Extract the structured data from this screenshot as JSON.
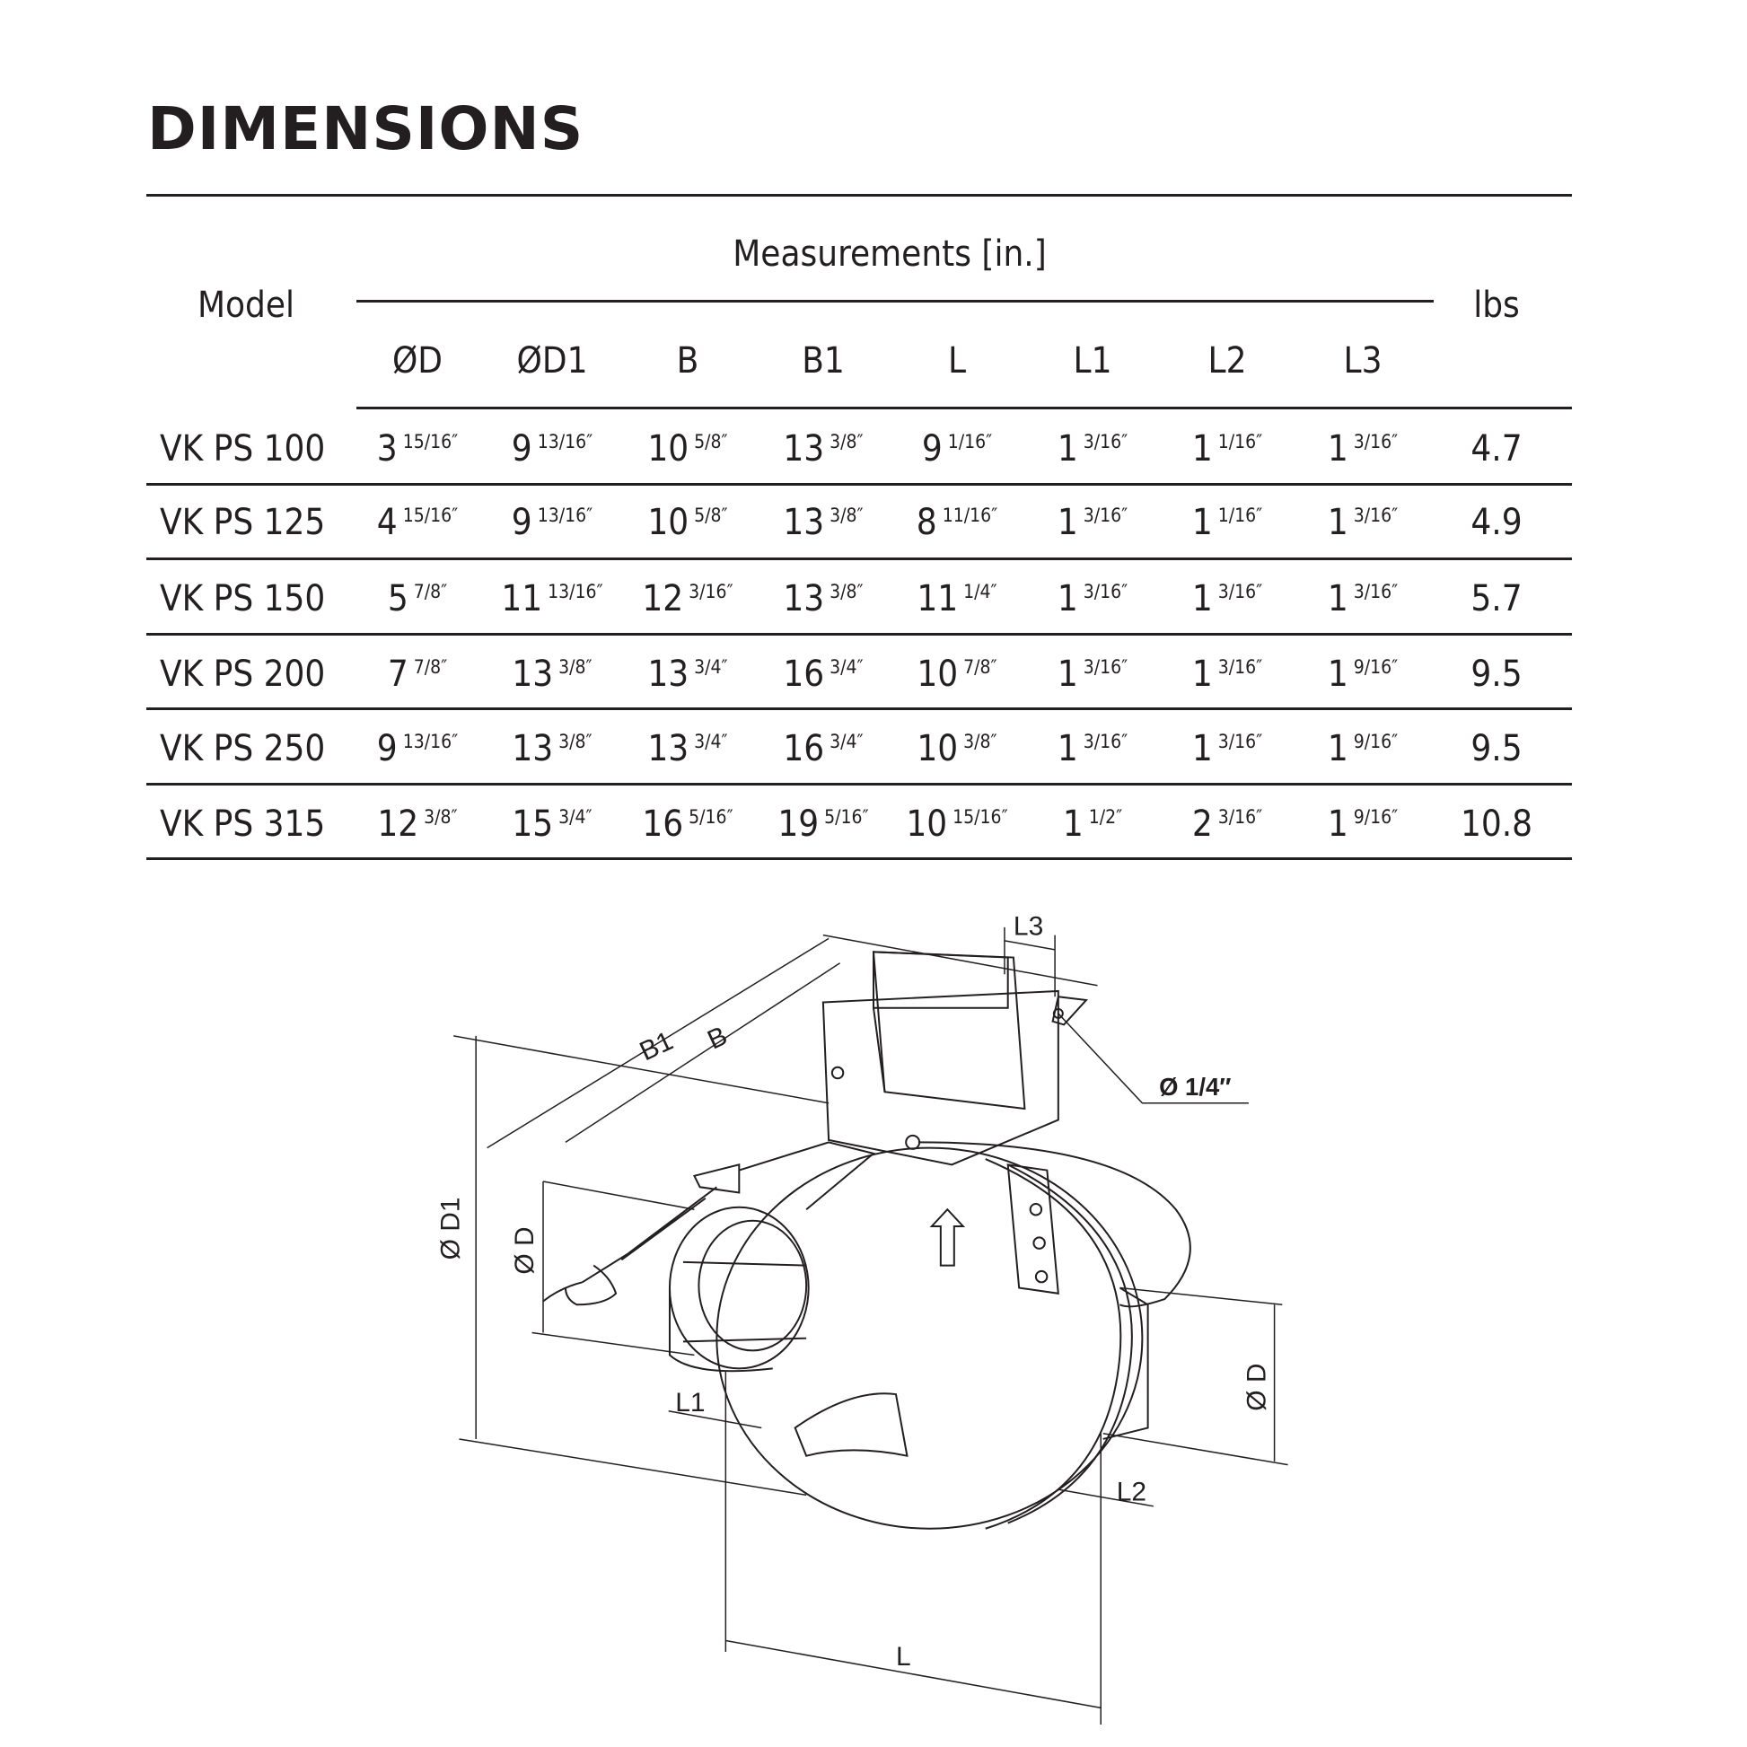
{
  "title": "DIMENSIONS",
  "table": {
    "model_header": "Model",
    "group_header": "Measurements [in.]",
    "weight_header": "lbs",
    "columns": [
      "ØD",
      "ØD1",
      "B",
      "B1",
      "L",
      "L1",
      "L2",
      "L3"
    ],
    "rows": [
      {
        "model": "VK PS 100",
        "values": [
          [
            "3",
            "15/16″"
          ],
          [
            "9",
            "13/16″"
          ],
          [
            "10",
            "5/8″"
          ],
          [
            "13",
            "3/8″"
          ],
          [
            "9",
            "1/16″"
          ],
          [
            "1",
            "3/16″"
          ],
          [
            "1",
            "1/16″"
          ],
          [
            "1",
            "3/16″"
          ]
        ],
        "lbs": "4.7"
      },
      {
        "model": "VK PS 125",
        "values": [
          [
            "4",
            "15/16″"
          ],
          [
            "9",
            "13/16″"
          ],
          [
            "10",
            "5/8″"
          ],
          [
            "13",
            "3/8″"
          ],
          [
            "8",
            "11/16″"
          ],
          [
            "1",
            "3/16″"
          ],
          [
            "1",
            "1/16″"
          ],
          [
            "1",
            "3/16″"
          ]
        ],
        "lbs": "4.9"
      },
      {
        "model": "VK PS 150",
        "values": [
          [
            "5",
            "7/8″"
          ],
          [
            "11",
            "13/16″"
          ],
          [
            "12",
            "3/16″"
          ],
          [
            "13",
            "3/8″"
          ],
          [
            "11",
            "1/4″"
          ],
          [
            "1",
            "3/16″"
          ],
          [
            "1",
            "3/16″"
          ],
          [
            "1",
            "3/16″"
          ]
        ],
        "lbs": "5.7"
      },
      {
        "model": "VK PS 200",
        "values": [
          [
            "7",
            "7/8″"
          ],
          [
            "13",
            "3/8″"
          ],
          [
            "13",
            "3/4″"
          ],
          [
            "16",
            "3/4″"
          ],
          [
            "10",
            "7/8″"
          ],
          [
            "1",
            "3/16″"
          ],
          [
            "1",
            "3/16″"
          ],
          [
            "1",
            "9/16″"
          ]
        ],
        "lbs": "9.5"
      },
      {
        "model": "VK PS 250",
        "values": [
          [
            "9",
            "13/16″"
          ],
          [
            "13",
            "3/8″"
          ],
          [
            "13",
            "3/4″"
          ],
          [
            "16",
            "3/4″"
          ],
          [
            "10",
            "3/8″"
          ],
          [
            "1",
            "3/16″"
          ],
          [
            "1",
            "3/16″"
          ],
          [
            "1",
            "9/16″"
          ]
        ],
        "lbs": "9.5"
      },
      {
        "model": "VK PS 315",
        "values": [
          [
            "12",
            "3/8″"
          ],
          [
            "15",
            "3/4″"
          ],
          [
            "16",
            "5/16″"
          ],
          [
            "19",
            "5/16″"
          ],
          [
            "10",
            "15/16″"
          ],
          [
            "1",
            "1/2″"
          ],
          [
            "2",
            "3/16″"
          ],
          [
            "1",
            "9/16″"
          ]
        ],
        "lbs": "10.8"
      }
    ]
  },
  "diagram": {
    "labels": {
      "l3": "L3",
      "b1": "B1",
      "b": "B",
      "hole": "Ø 1/4″",
      "d1": "Ø D1",
      "d_left": "Ø D",
      "d_right": "Ø D",
      "l1": "L1",
      "l2": "L2",
      "l": "L"
    }
  }
}
